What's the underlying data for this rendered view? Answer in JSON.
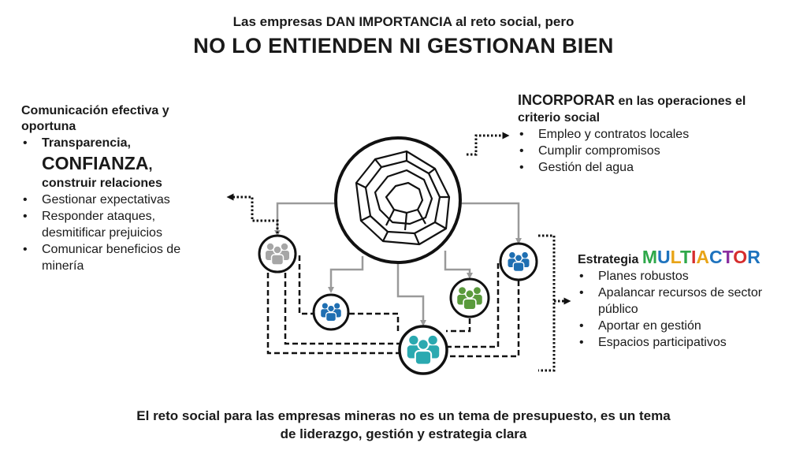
{
  "header": {
    "line1": "Las empresas DAN IMPORTANCIA al reto social, pero",
    "line2": "NO LO ENTIENDEN NI GESTIONAN BIEN"
  },
  "left_panel": {
    "heading": "Comunicación efectiva y oportuna",
    "items": [
      {
        "prefix": "Transparencia,",
        "emph": "CONFIANZA",
        "emph_suffix": ",",
        "suffix": "construir relaciones"
      },
      {
        "text": "Gestionar expectativas"
      },
      {
        "text": "Responder ataques, desmitificar prejuicios"
      },
      {
        "text": "Comunicar beneficios de minería"
      }
    ]
  },
  "right_top": {
    "heading_big": "INCORPORAR",
    "heading_rest": " en las operaciones el criterio social",
    "items": [
      "Empleo y contratos locales",
      "Cumplir compromisos",
      "Gestión del agua"
    ]
  },
  "right_bottom": {
    "heading": "Estrategia ",
    "multiactor": "MULTIACTOR",
    "multiactor_colors": [
      "#2ea84a",
      "#1e73be",
      "#e8a417",
      "#2ea84a",
      "#d62d2d",
      "#e8a417",
      "#1e73be",
      "#8b2fa0",
      "#d62d2d",
      "#1e73be"
    ],
    "items": [
      "Planes robustos",
      "Apalancar recursos de sector público",
      "Aportar en gestión",
      "Espacios participativos"
    ]
  },
  "footer": {
    "line1": "El reto social para las empresas mineras no es un tema de presupuesto, es un tema",
    "line2": "de liderazgo, gestión y estrategia clara"
  },
  "colors": {
    "group_gray": "#a6a6a6",
    "group_blue": "#1f6fb2",
    "group_green": "#5a9a3c",
    "group_teal": "#2aa9b0",
    "connector": "#9a9a9a"
  },
  "icons": {
    "center": "mine-pit-icon",
    "groups": [
      "people-group-icon"
    ]
  }
}
